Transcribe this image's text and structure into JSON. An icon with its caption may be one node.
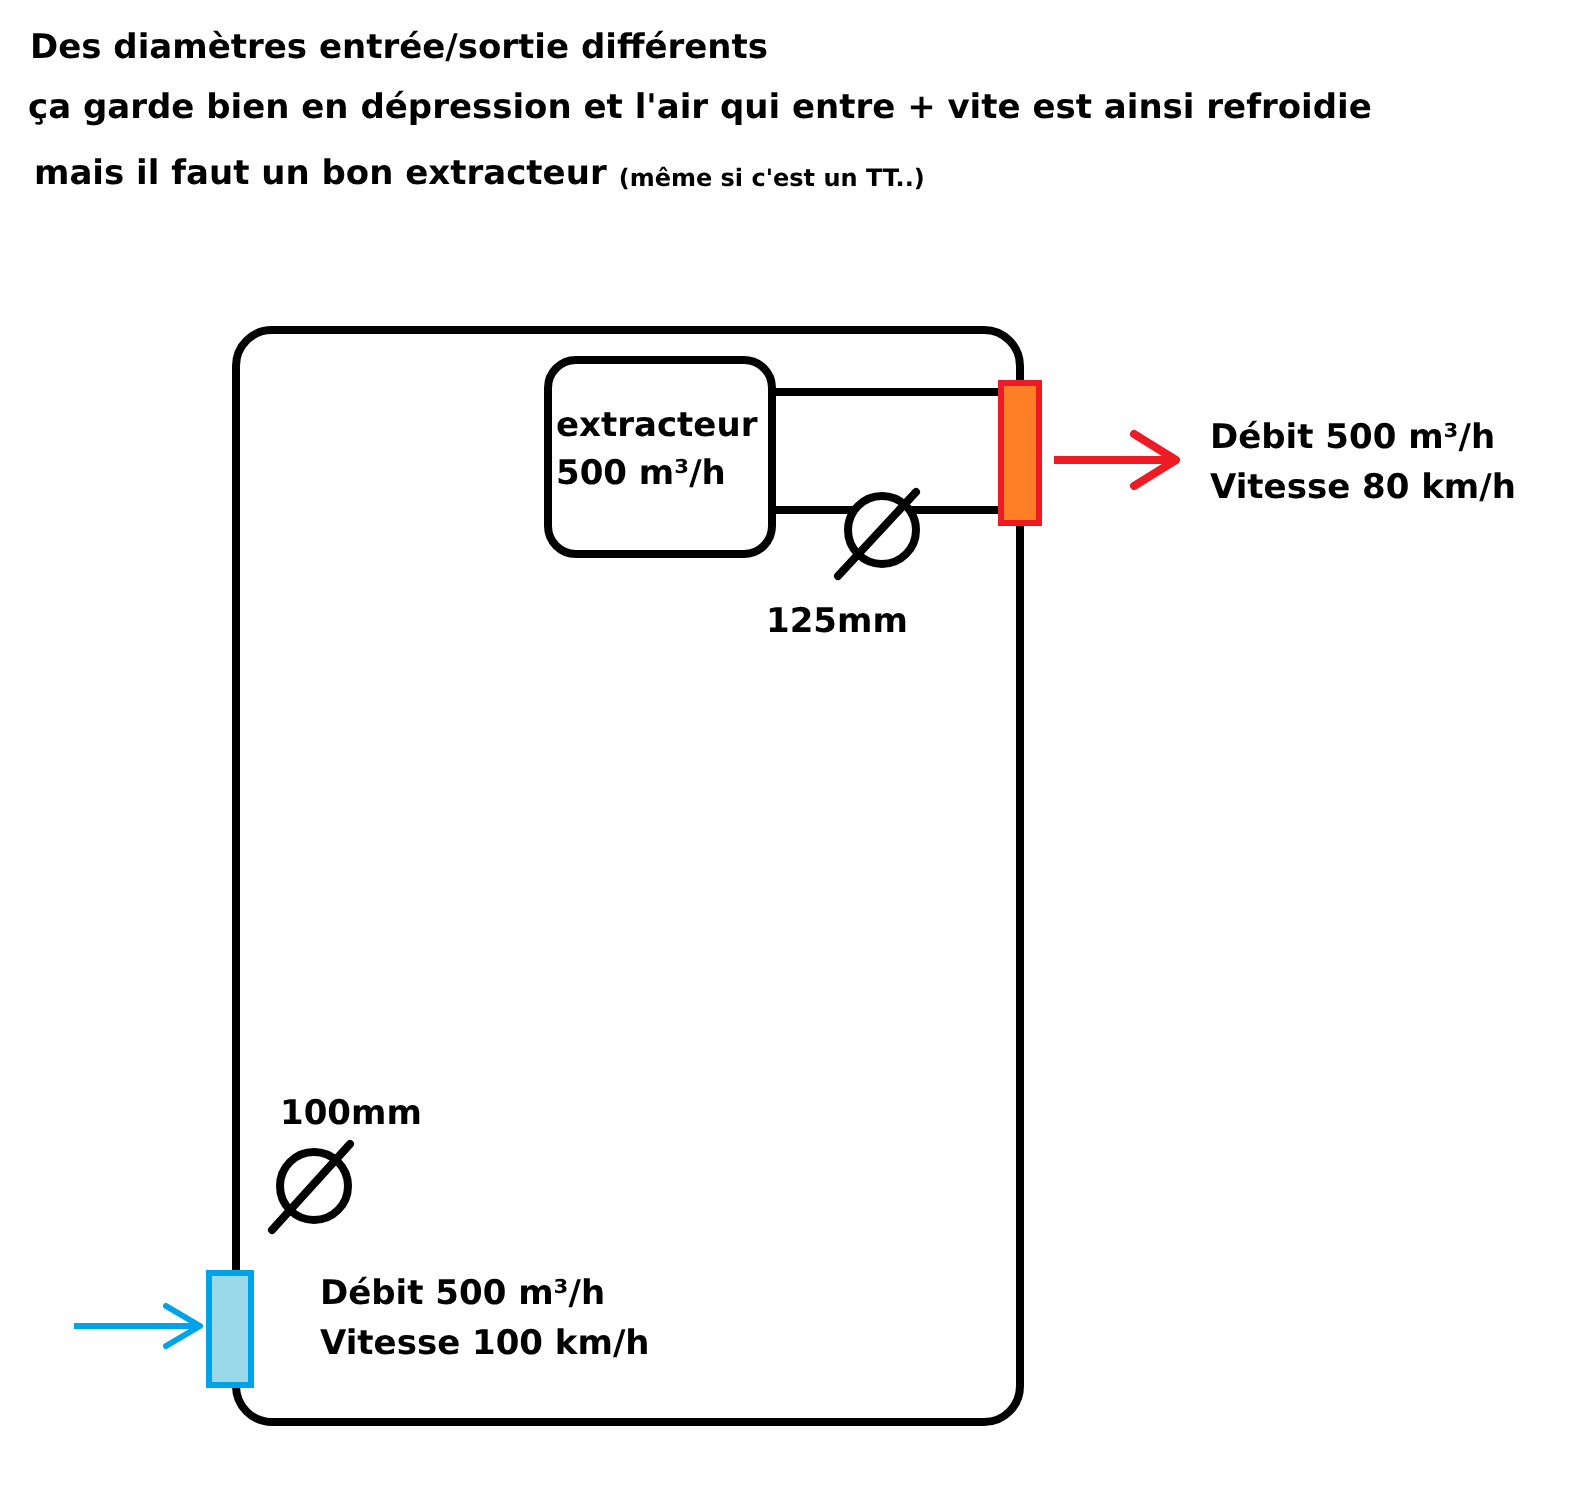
{
  "diagram": {
    "title": "Des diamètres entrée/sortie différents",
    "nodes": [
      {
        "text": [],
        "shape": "box"
      },
      {
        "text": [
          "extracteur",
          "500 m³/h"
        ],
        "in": 0
      },
      {
        "text": [],
        "shape": "bar"
      },
      {
        "text": [],
        "shape": "bar"
      }
    ],
    "edges": [
      {
        "from": 1,
        "to": 2,
        "arrow": "none"
      },
      {
        "from": 1,
        "to": 2,
        "arrow": "none"
      },
      {
        "from": 2,
        "to": null,
        "arrow": "to",
        "color": "#ed1c24"
      },
      {
        "from": null,
        "to": 3,
        "arrow": "to",
        "color": "#00a2e8"
      }
    ],
    "labels": [
      "ça garde bien en dépression et l'air qui entre + vite est ainsi refroidie",
      "mais il faut un bon extracteur",
      "(même si c'est un TT..)",
      "Débit 500 m³/h",
      "Vitesse 80 km/h",
      "125mm",
      "100mm",
      "Débit 500 m³/h",
      "Vitesse 100 km/h"
    ]
  }
}
